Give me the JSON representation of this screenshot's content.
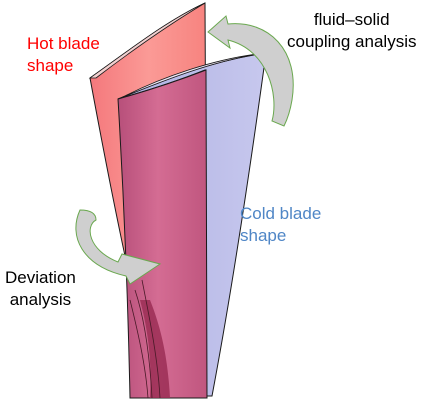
{
  "labels": {
    "hot_blade_line1": "Hot blade",
    "hot_blade_line2": "shape",
    "cold_blade_line1": "Cold blade",
    "cold_blade_line2": "shape",
    "fsc_line1": "fluid–solid",
    "fsc_line2": "coupling analysis",
    "deviation_line1": "Deviation",
    "deviation_line2": "analysis"
  },
  "colors": {
    "hot_blade": "#f98a8a",
    "cold_blade": "#b7b8e6",
    "overlap": "#c95f87",
    "hot_text": "#ff0000",
    "cold_text": "#4f86c6",
    "arrow_fill": "#c8c8c8",
    "arrow_outline": "#6aa84f"
  }
}
